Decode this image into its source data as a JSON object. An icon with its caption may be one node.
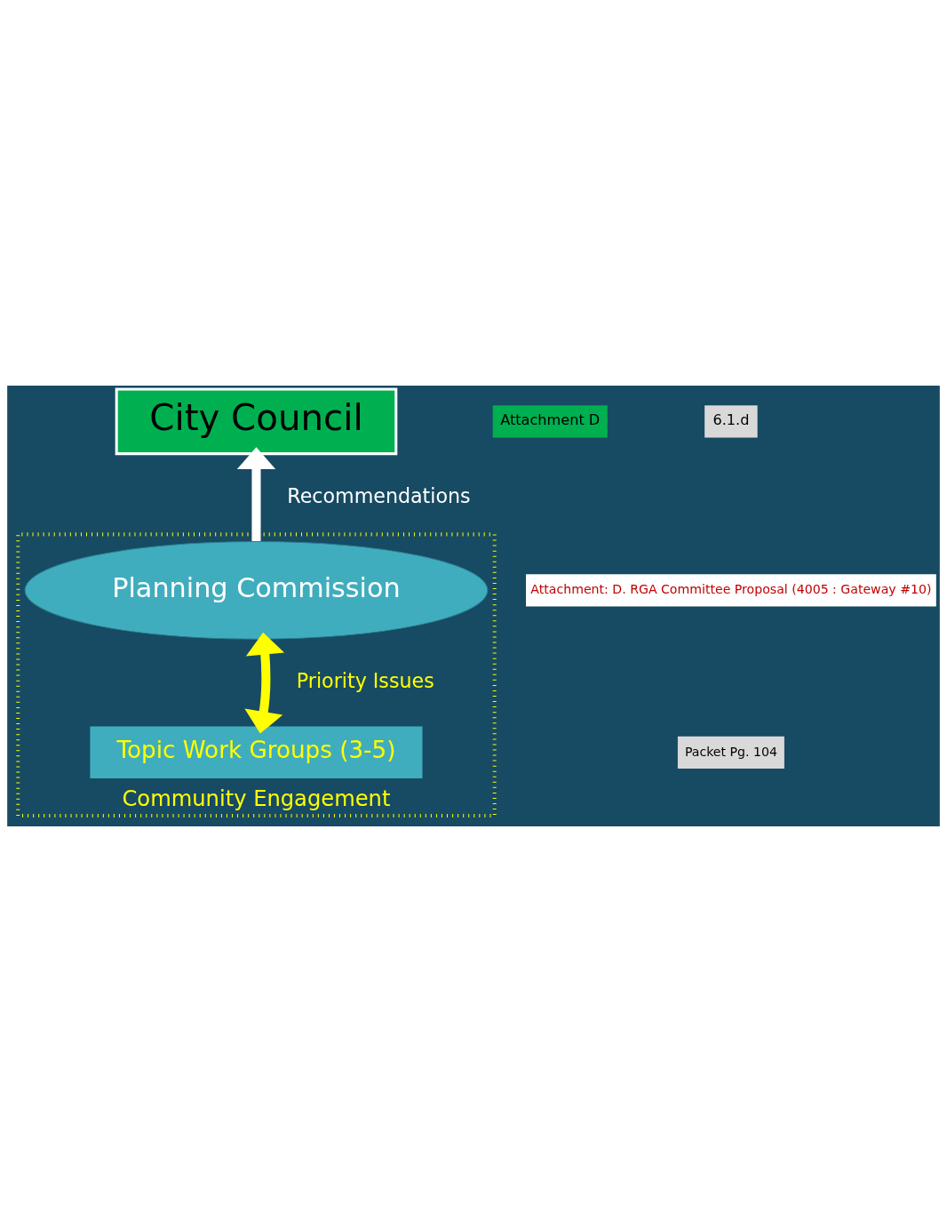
{
  "diagram": {
    "nodes": [
      {
        "text": [
          "City Council"
        ]
      },
      {
        "text": [
          "Community Engagement"
        ]
      },
      {
        "text": [
          "Planning Commission"
        ],
        "in": 1
      },
      {
        "text": [
          "Topic Work Groups (3-5)"
        ],
        "in": 1
      }
    ],
    "edges": [
      {
        "from": 2,
        "to": 0,
        "arrow": "to",
        "label": "Recommendations",
        "color": "#ffffff"
      },
      {
        "from": 2,
        "to": 3,
        "arrow": "both",
        "label": "Priority Issues",
        "color": "#ffff00"
      }
    ],
    "labels": [
      "Attachment D",
      "6.1.d",
      "Attachment: D. RGA Committee Proposal (4005 : Gateway #10)",
      "Packet Pg. 104"
    ]
  }
}
